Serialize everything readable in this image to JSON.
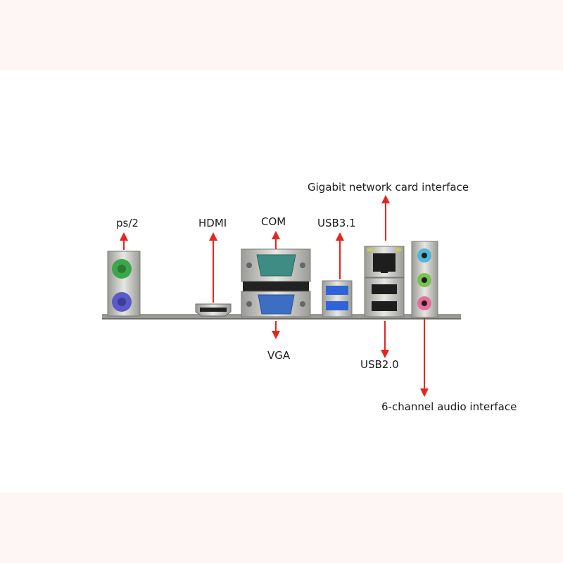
{
  "colors": {
    "band": "#fdf6f4",
    "arrow": "#e8241c",
    "plate": "#9a9a95",
    "ps2_mouse": "#3aa84a",
    "ps2_keyboard": "#5a5ac8",
    "vga_blue": "#3c6fc4",
    "com_teal": "#3f8c84",
    "usb3_blue": "#2f63d6",
    "audio_blue": "#52b6d8",
    "audio_green": "#7ac24e",
    "audio_pink": "#e86e9a"
  },
  "labels": {
    "ps2": "ps/2",
    "hdmi": "HDMI",
    "com": "COM",
    "usb31": "USB3.1",
    "lan": "Gigabit network card interface",
    "vga": "VGA",
    "usb20": "USB2.0",
    "audio": "6-channel audio interface"
  },
  "icons": [
    "ps2-port-icon",
    "hdmi-port-icon",
    "com-port-icon",
    "vga-port-icon",
    "usb3-port-icon",
    "rj45-port-icon",
    "usb2-port-icon",
    "audio-jack-icon"
  ]
}
